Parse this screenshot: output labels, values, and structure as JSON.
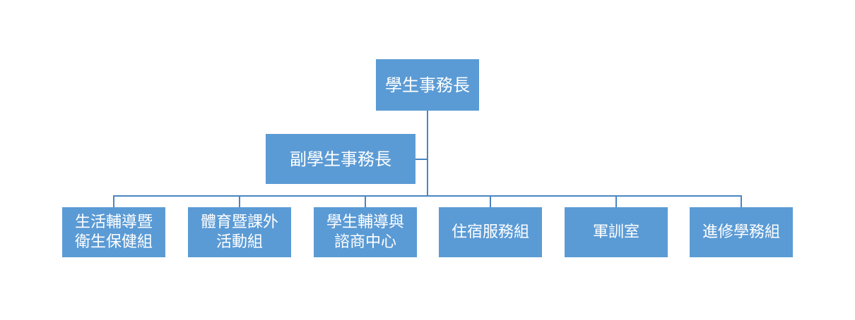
{
  "top": {
    "label": "學生事務長"
  },
  "assistant": {
    "label": "副學生事務長"
  },
  "children": [
    {
      "line1": "生活輔導暨",
      "line2": "衛生保健組"
    },
    {
      "line1": "體育暨課外",
      "line2": "活動組"
    },
    {
      "line1": "學生輔導與",
      "line2": "諮商中心"
    },
    {
      "line1": "住宿服務組",
      "line2": ""
    },
    {
      "line1": "軍訓室",
      "line2": ""
    },
    {
      "line1": "進修學務組",
      "line2": ""
    }
  ],
  "colors": {
    "box_fill": "#5b9bd5",
    "box_text": "#ffffff",
    "connector": "#4a86c0"
  }
}
